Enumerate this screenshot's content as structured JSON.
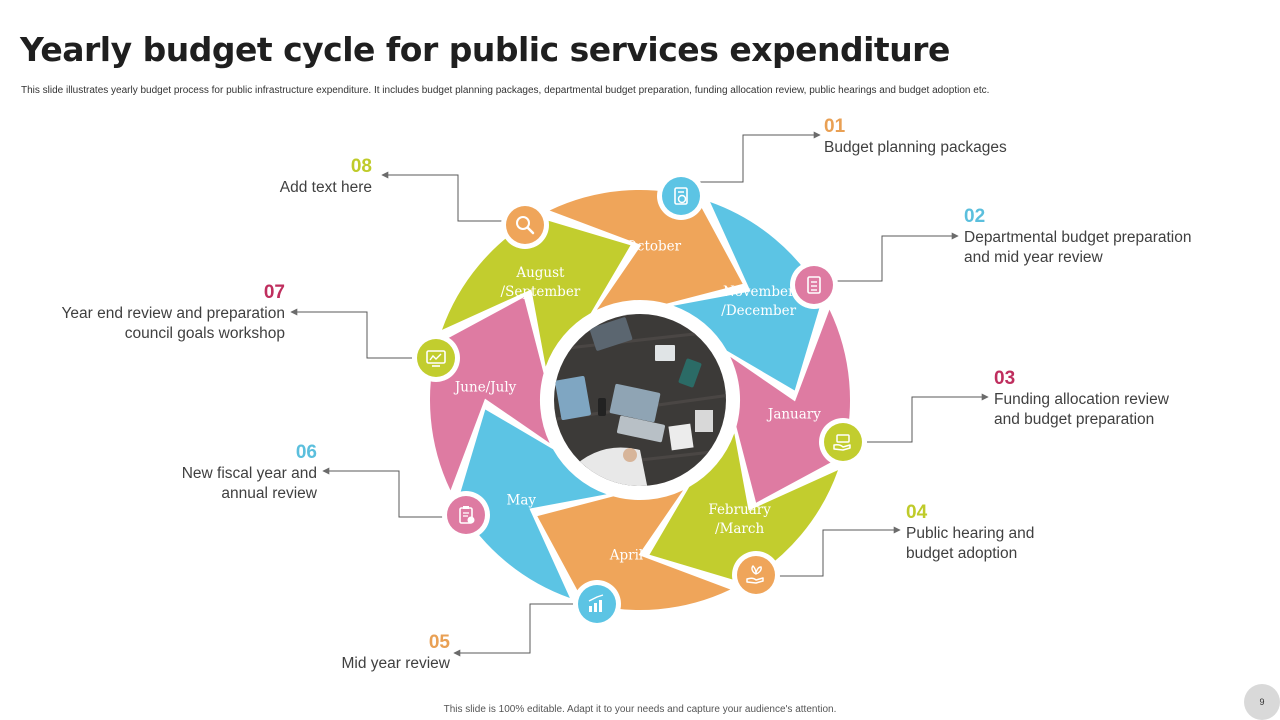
{
  "slide": {
    "title": "Yearly budget cycle for public services expenditure",
    "subtitle": "This slide illustrates yearly budget process for public infrastructure expenditure. It includes budget planning packages, departmental budget preparation, funding allocation review, public hearings and budget adoption etc.",
    "footer": "This slide is 100% editable.  Adapt it to your needs and capture your audience's attention.",
    "page_number": "9"
  },
  "colors": {
    "orange": "#EFA55A",
    "blue": "#5CC4E4",
    "pink": "#DE7BA2",
    "green": "#C2CD2E",
    "num_orange": "#E9A054",
    "num_blue": "#5BBFDD",
    "num_crimson": "#BF2E5E",
    "num_green": "#BFCB2A",
    "connector": "#595959"
  },
  "segments": [
    {
      "label": "October",
      "color": "orange"
    },
    {
      "label": "November /December",
      "color": "blue"
    },
    {
      "label": "January",
      "color": "pink"
    },
    {
      "label": "February /March",
      "color": "green"
    },
    {
      "label": "April",
      "color": "orange"
    },
    {
      "label": "May",
      "color": "blue"
    },
    {
      "label": "June/July",
      "color": "pink"
    },
    {
      "label": "August /September",
      "color": "green"
    }
  ],
  "steps": [
    {
      "number": "01",
      "text": "Budget planning packages",
      "icon": "budget-document-icon",
      "color": "num_orange"
    },
    {
      "number": "02",
      "text": "Departmental budget preparation and mid year review",
      "icon": "checklist-document-icon",
      "color": "num_blue"
    },
    {
      "number": "03",
      "text": "Funding allocation review and budget preparation",
      "icon": "hand-money-icon",
      "color": "num_crimson"
    },
    {
      "number": "04",
      "text": "Public hearing and budget adoption",
      "icon": "hand-plant-icon",
      "color": "num_green"
    },
    {
      "number": "05",
      "text": "Mid year review",
      "icon": "bar-chart-icon",
      "color": "num_orange"
    },
    {
      "number": "06",
      "text": "New fiscal year and annual review",
      "icon": "clipboard-check-icon",
      "color": "num_blue"
    },
    {
      "number": "07",
      "text": "Year end review and preparation council goals workshop",
      "icon": "monitor-chart-icon",
      "color": "num_crimson"
    },
    {
      "number": "08",
      "text": "Add text here",
      "icon": "magnifier-icon",
      "color": "num_green"
    }
  ],
  "center_image": "team-working-on-laptops-photo"
}
